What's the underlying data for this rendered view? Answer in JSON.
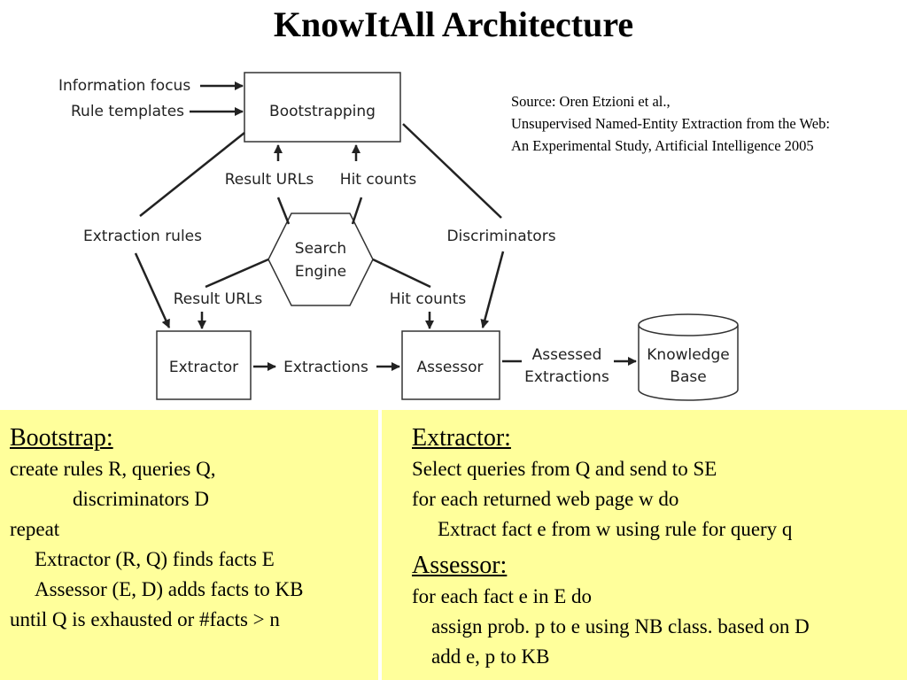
{
  "title": "KnowItAll Architecture",
  "source": {
    "line1": "Source: Oren Etzioni et al.,",
    "line2": "Unsupervised Named-Entity Extraction from the Web:",
    "line3": "An Experimental Study, Artificial Intelligence 2005"
  },
  "diagram": {
    "inputs": {
      "information_focus": "Information focus",
      "rule_templates": "Rule templates"
    },
    "nodes": {
      "bootstrapping": "Bootstrapping",
      "search_engine": [
        "Search",
        "Engine"
      ],
      "extractor": "Extractor",
      "assessor": "Assessor",
      "knowledge_base": [
        "Knowledge",
        "Base"
      ]
    },
    "edge_labels": {
      "result_urls_top": "Result URLs",
      "hit_counts_top": "Hit counts",
      "extraction_rules": "Extraction rules",
      "discriminators": "Discriminators",
      "result_urls_bottom": "Result URLs",
      "hit_counts_bottom": "Hit counts",
      "extractions": "Extractions",
      "assessed_extractions": [
        "Assessed",
        "Extractions"
      ]
    }
  },
  "panels": {
    "bootstrap": {
      "heading": "Bootstrap:",
      "lines": [
        "create rules R, queries Q,",
        "discriminators D",
        "repeat",
        "Extractor (R, Q) finds facts E",
        "Assessor (E, D) adds facts to KB",
        "until Q is exhausted or #facts > n"
      ]
    },
    "extractor": {
      "heading": "Extractor:",
      "lines": [
        "Select queries from Q and send to SE",
        "for each returned web page w do",
        "Extract fact e from w using rule for query q"
      ]
    },
    "assessor": {
      "heading": "Assessor:",
      "lines": [
        "for each fact e in E do",
        "assign prob. p to e using NB class. based on D",
        "add e, p to KB"
      ]
    }
  },
  "colors": {
    "panel_background": "#ffff9b",
    "line": "#222222"
  }
}
